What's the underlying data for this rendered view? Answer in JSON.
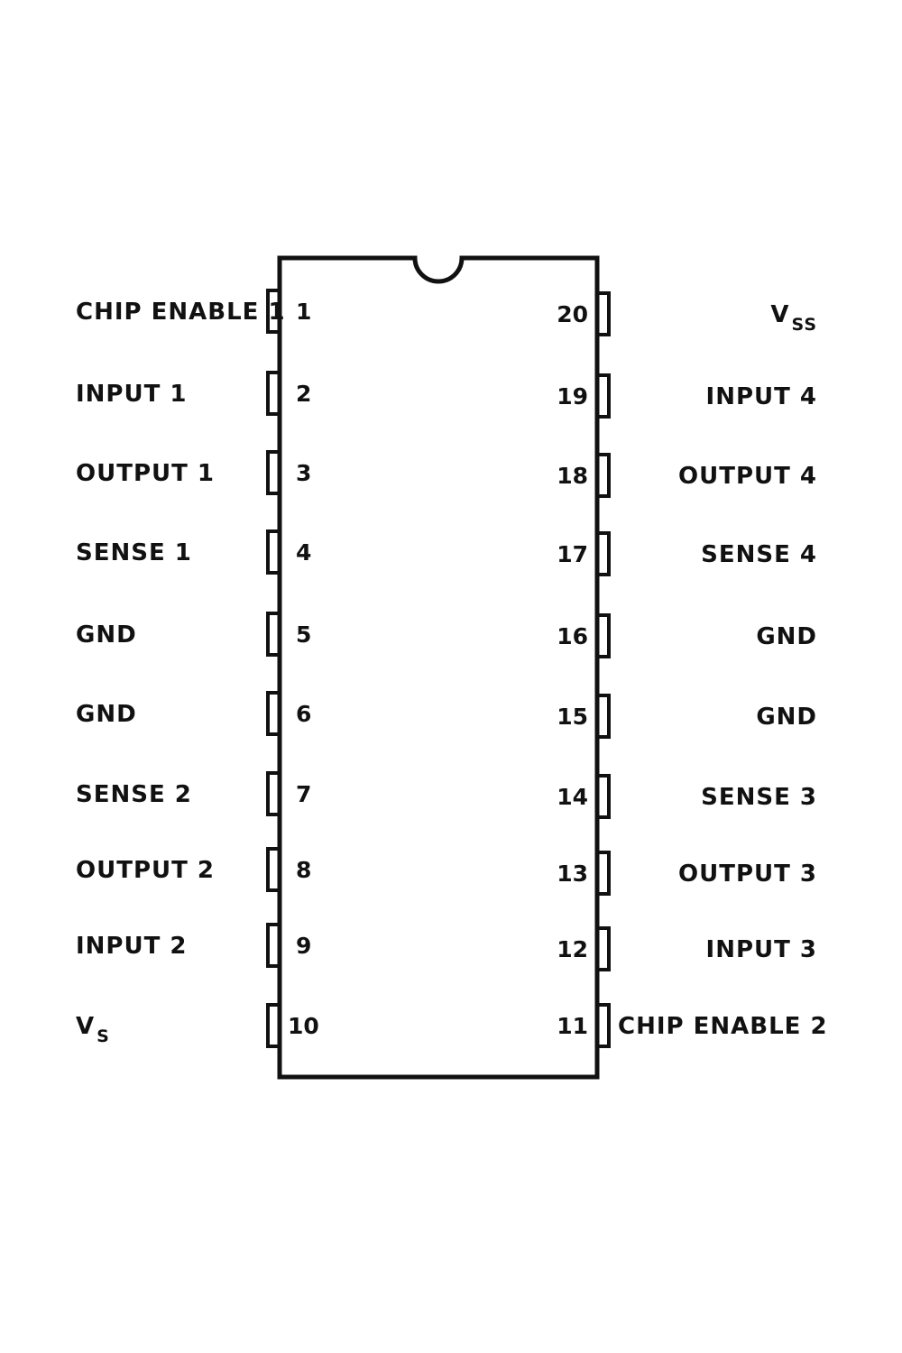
{
  "left_pins": [
    {
      "number": "1",
      "label": "CHIP ENABLE 1"
    },
    {
      "number": "2",
      "label": "INPUT 1"
    },
    {
      "number": "3",
      "label": "OUTPUT 1"
    },
    {
      "number": "4",
      "label": "SENSE 1"
    },
    {
      "number": "5",
      "label": "GND"
    },
    {
      "number": "6",
      "label": "GND"
    },
    {
      "number": "7",
      "label": "SENSE 2"
    },
    {
      "number": "8",
      "label": "OUTPUT 2"
    },
    {
      "number": "9",
      "label": "INPUT 2"
    },
    {
      "number": "10",
      "label": "V",
      "sub": "S"
    }
  ],
  "right_pins": [
    {
      "number": "20",
      "label": "V",
      "sub": "SS"
    },
    {
      "number": "19",
      "label": "INPUT 4"
    },
    {
      "number": "18",
      "label": "OUTPUT 4"
    },
    {
      "number": "17",
      "label": "SENSE 4"
    },
    {
      "number": "16",
      "label": "GND"
    },
    {
      "number": "15",
      "label": "GND"
    },
    {
      "number": "14",
      "label": "SENSE 3"
    },
    {
      "number": "13",
      "label": "OUTPUT 3"
    },
    {
      "number": "12",
      "label": "INPUT 3"
    },
    {
      "number": "11",
      "label": "CHIP ENABLE 2"
    }
  ],
  "colors": {
    "ink": "#111111",
    "background": "#ffffff"
  }
}
